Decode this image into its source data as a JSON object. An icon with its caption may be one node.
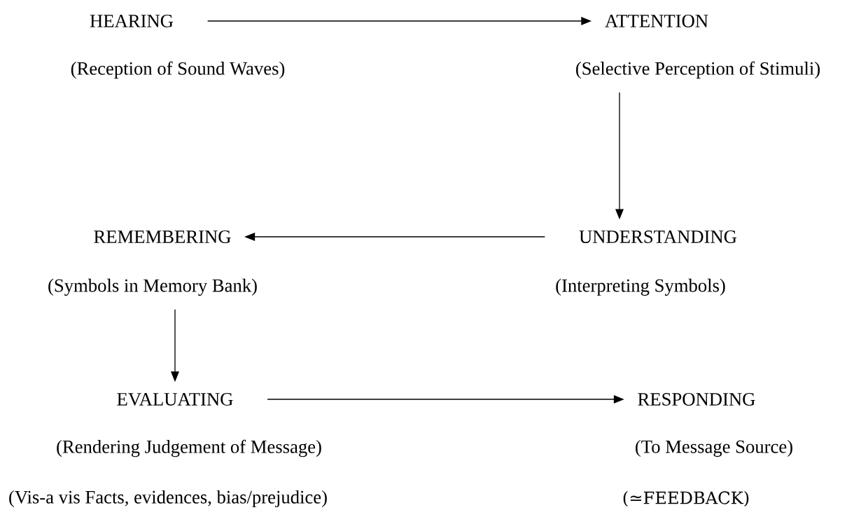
{
  "diagram": {
    "nodes": [
      {
        "text": [
          "HEARING",
          "(Reception of Sound Waves)"
        ]
      },
      {
        "text": [
          "ATTENTION",
          "(Selective Perception of Stimuli)"
        ]
      },
      {
        "text": [
          "UNDERSTANDING",
          "(Interpreting Symbols)"
        ]
      },
      {
        "text": [
          "REMEMBERING",
          "(Symbols in Memory Bank)"
        ]
      },
      {
        "text": [
          "EVALUATING",
          "(Rendering Judgement of Message)",
          "(Vis-a vis Facts, evidences, bias/prejudice)"
        ]
      },
      {
        "text": [
          "RESPONDING",
          "(To Message Source)",
          "(≃FEEDBACK)"
        ]
      }
    ],
    "edges": [
      {
        "from": 0,
        "to": 1,
        "arrow": "to"
      },
      {
        "from": 1,
        "to": 2,
        "arrow": "to"
      },
      {
        "from": 2,
        "to": 3,
        "arrow": "to"
      },
      {
        "from": 3,
        "to": 4,
        "arrow": "to"
      },
      {
        "from": 4,
        "to": 5,
        "arrow": "to"
      }
    ]
  }
}
